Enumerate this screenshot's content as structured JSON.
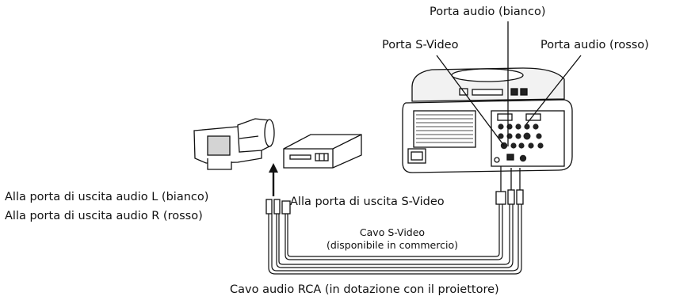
{
  "labels": {
    "audio_white_port": "Porta audio (bianco)",
    "svideo_port": "Porta S-Video",
    "audio_red_port": "Porta audio (rosso)",
    "to_audio_L": "Alla porta di uscita audio L (bianco)",
    "to_audio_R": "Alla porta di uscita audio R (rosso)",
    "to_svideo_out": "Alla porta di uscita S-Video",
    "svideo_cable_line1": "Cavo S-Video",
    "svideo_cable_line2": "(disponibile in commercio)",
    "rca_cable": "Cavo audio RCA (in dotazione con il proiettore)"
  },
  "colors": {
    "line": "#111111",
    "device_fill": "#ffffff",
    "shade": "#cfcfcf",
    "dark": "#222222"
  },
  "icons": [
    "camcorder-icon",
    "vcr-icon",
    "projector-icon",
    "arrow-up-icon"
  ]
}
